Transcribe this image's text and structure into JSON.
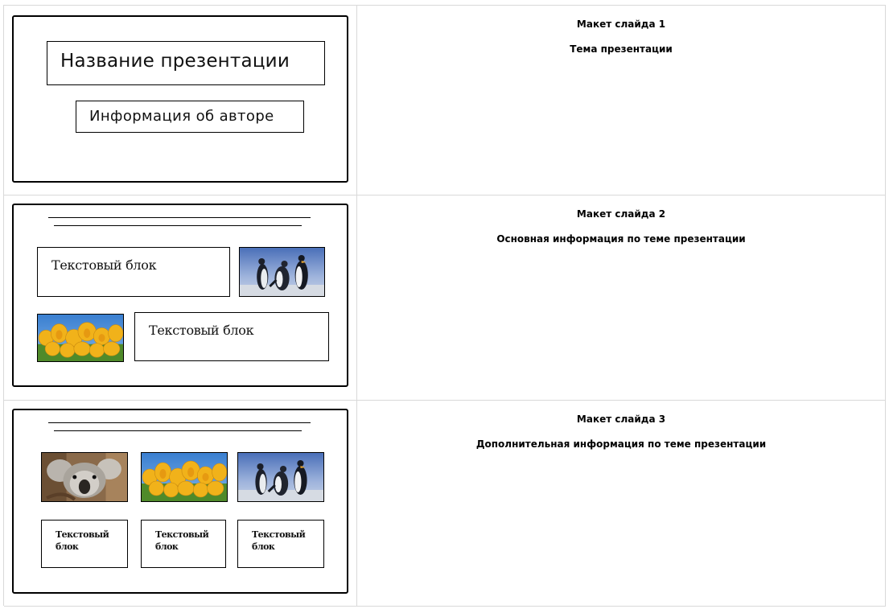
{
  "rows": [
    {
      "title": "Макет слайда 1",
      "subtitle": "Тема презентации",
      "slide": {
        "title_box": "Название презентации",
        "author_box": "Информация об авторе"
      }
    },
    {
      "title": "Макет слайда 2",
      "subtitle": "Основная информация по теме презентации",
      "slide": {
        "text_block_1": "Текстовый блок",
        "text_block_2": "Текстовый блок",
        "images": [
          "penguins-image",
          "tulips-image"
        ]
      }
    },
    {
      "title": "Макет слайда 3",
      "subtitle": "Дополнительная информация по теме презентации",
      "slide": {
        "text_blocks": [
          "Текстовый блок",
          "Текстовый блок",
          "Текстовый блок"
        ],
        "images": [
          "koala-image",
          "tulips-image",
          "penguins-image"
        ]
      }
    }
  ]
}
